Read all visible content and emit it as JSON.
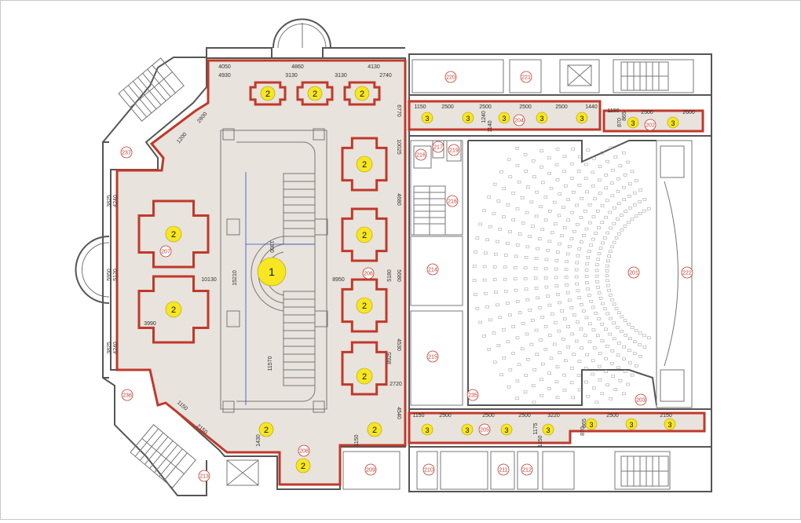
{
  "dimensions": [
    "4050",
    "4860",
    "4130",
    "4930",
    "3130",
    "3130",
    "2740",
    "6770",
    "2800",
    "1200",
    "3825",
    "4240",
    "5950",
    "5120",
    "3825",
    "4240",
    "10130",
    "8950",
    "3990",
    "10025",
    "4680",
    "1300",
    "15210",
    "11570",
    "5680",
    "5180",
    "4530",
    "8925",
    "2720",
    "4540",
    "1150",
    "2150",
    "1430",
    "1150",
    "1150",
    "2500",
    "2500",
    "2500",
    "2500",
    "1440",
    "1240",
    "1140",
    "1190",
    "870",
    "865",
    "2500",
    "2600",
    "1150",
    "2500",
    "2500",
    "2500",
    "3220",
    "2500",
    "2150",
    "1175",
    "870",
    "865",
    "1150"
  ],
  "markers": {
    "zone_1": "1",
    "zone_2": "2",
    "zone_3": "3"
  },
  "rooms": [
    "220",
    "221",
    "216",
    "217",
    "219",
    "218",
    "214",
    "215",
    "201",
    "222",
    "202",
    "203",
    "204",
    "205",
    "206",
    "207",
    "208",
    "209",
    "210",
    "211",
    "212",
    "213",
    "235",
    "236",
    "237"
  ],
  "colors": {
    "hall_fill": "#e8e3dc",
    "outline_red": "#c0392b",
    "marker_yellow": "#f7e622",
    "wall": "#555555"
  }
}
